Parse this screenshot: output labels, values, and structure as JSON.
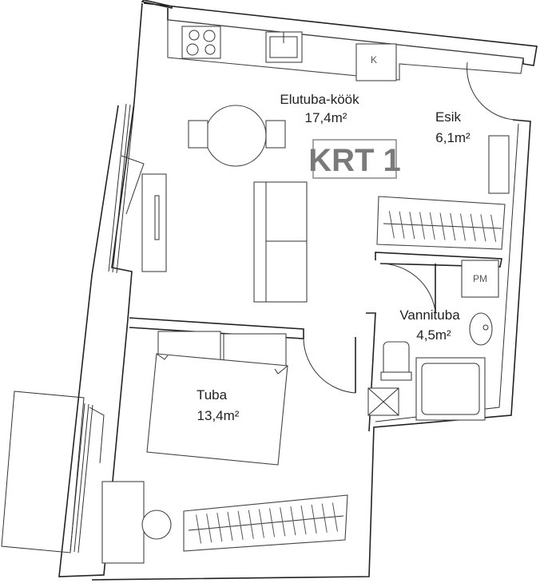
{
  "rooms": {
    "living": {
      "name": "Elutuba-köök",
      "area": "17,4m²"
    },
    "hall": {
      "name": "Esik",
      "area": "6,1m²"
    },
    "bath": {
      "name": "Vannituba",
      "area": "4,5m²"
    },
    "bedroom": {
      "name": "Tuba",
      "area": "13,4m²"
    }
  },
  "unit_label": "KRT 1",
  "fixtures": {
    "fridge": "K",
    "washer": "PM"
  }
}
